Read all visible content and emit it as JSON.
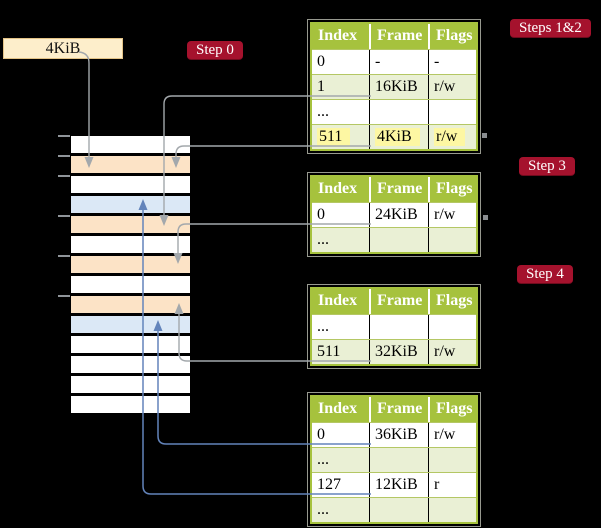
{
  "cr3_box": {
    "label": "4KiB"
  },
  "badges": {
    "step0": "Step 0",
    "steps12": "Steps 1&2",
    "step3": "Step 3",
    "step4": "Step 4"
  },
  "memory_stack": {
    "rows": [
      {
        "fill": "white"
      },
      {
        "fill": "peach"
      },
      {
        "fill": "white"
      },
      {
        "fill": "blue"
      },
      {
        "fill": "peach"
      },
      {
        "fill": "white"
      },
      {
        "fill": "peach"
      },
      {
        "fill": "white"
      },
      {
        "fill": "peach"
      },
      {
        "fill": "blue"
      },
      {
        "fill": "white"
      },
      {
        "fill": "white"
      },
      {
        "fill": "white"
      },
      {
        "fill": "white"
      }
    ]
  },
  "tables": [
    {
      "id": "steps12",
      "headers": [
        "Index",
        "Frame",
        "Flags"
      ],
      "rows": [
        {
          "cells": [
            "0",
            "-",
            "-"
          ],
          "shaded": false,
          "highlighted": false
        },
        {
          "cells": [
            "1",
            "16KiB",
            "r/w"
          ],
          "shaded": true,
          "highlighted": false
        },
        {
          "cells": [
            "...",
            "",
            ""
          ],
          "shaded": false,
          "highlighted": false
        },
        {
          "cells": [
            "511",
            "4KiB",
            "r/w"
          ],
          "shaded": true,
          "highlighted": true
        }
      ]
    },
    {
      "id": "step3",
      "headers": [
        "Index",
        "Frame",
        "Flags"
      ],
      "rows": [
        {
          "cells": [
            "0",
            "24KiB",
            "r/w"
          ],
          "shaded": false,
          "highlighted": false
        },
        {
          "cells": [
            "...",
            "",
            ""
          ],
          "shaded": true,
          "highlighted": false
        }
      ]
    },
    {
      "id": "step4",
      "headers": [
        "Index",
        "Frame",
        "Flags"
      ],
      "rows": [
        {
          "cells": [
            "...",
            "",
            ""
          ],
          "shaded": false,
          "highlighted": false
        },
        {
          "cells": [
            "511",
            "32KiB",
            "r/w"
          ],
          "shaded": true,
          "highlighted": false
        }
      ]
    },
    {
      "id": "l1",
      "headers": [
        "Index",
        "Frame",
        "Flags"
      ],
      "rows": [
        {
          "cells": [
            "0",
            "36KiB",
            "r/w"
          ],
          "shaded": false,
          "highlighted": false
        },
        {
          "cells": [
            "...",
            "",
            ""
          ],
          "shaded": true,
          "highlighted": false
        },
        {
          "cells": [
            "127",
            "12KiB",
            "r"
          ],
          "shaded": false,
          "highlighted": false
        },
        {
          "cells": [
            "...",
            "",
            ""
          ],
          "shaded": true,
          "highlighted": false
        }
      ]
    }
  ],
  "colors": {
    "background": "#000000",
    "table_header_green": "#a6c23d",
    "table_row_green": "#eaf0d5",
    "highlight_yellow": "#fdf7a3",
    "badge_red": "#a5122d",
    "frame_peach": "#fce3c6",
    "page_blue": "#dbe8f6",
    "arrow_gray": "#a3a8ac",
    "arrow_blue": "#6384bb",
    "cr3_box_cream": "#fdeecb"
  }
}
